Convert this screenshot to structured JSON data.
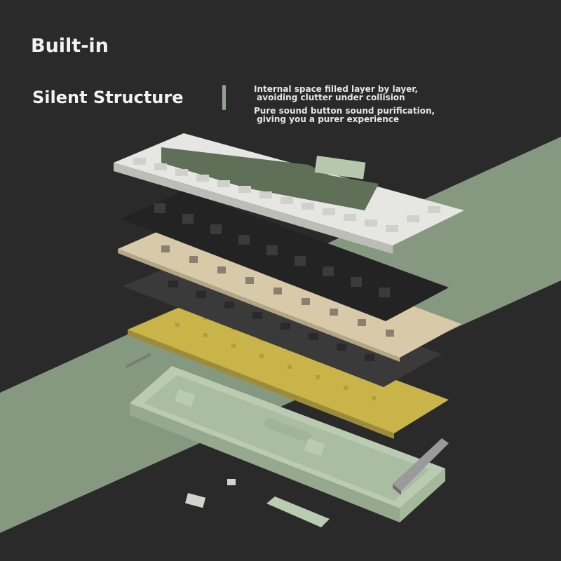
{
  "heading": {
    "line1": "Built-in",
    "line2": "Silent Structure"
  },
  "description": {
    "block1": "Internal space filled layer by layer,\n avoiding clutter under collision",
    "block2": "Pure sound button sound purification,\n giving you a purer experience"
  },
  "colors": {
    "background": "#2a2a2a",
    "accent_band": "#8fa58b",
    "keycap_white": "#e6e6e2",
    "keycap_green": "#5f6f58",
    "switch_black": "#232323",
    "plate_beige": "#d8c9a8",
    "foam_dark": "#3a3a3a",
    "pcb_yellow": "#c9b44a",
    "case_mint": "#b9ccb1"
  }
}
